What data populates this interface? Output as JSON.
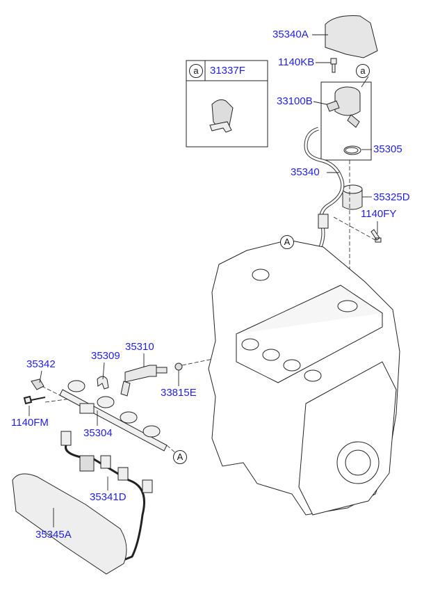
{
  "title": "High pressure fuel pump and injector parts diagram",
  "inset": {
    "ref": "a",
    "part": "31337F"
  },
  "refs": {
    "a": "a",
    "A": "A"
  },
  "parts": {
    "p35340A": "35340A",
    "p1140KB": "1140KB",
    "p33100B": "33100B",
    "p35305": "35305",
    "p35340": "35340",
    "p35325D": "35325D",
    "p1140FY": "1140FY",
    "p35310": "35310",
    "p35342": "35342",
    "p35309": "35309",
    "p33815E": "33815E",
    "p1140FM": "1140FM",
    "p35304": "35304",
    "p35341D": "35341D",
    "p35345A": "35345A"
  },
  "colors": {
    "label": "#1f1fe6",
    "line": "#222222"
  }
}
